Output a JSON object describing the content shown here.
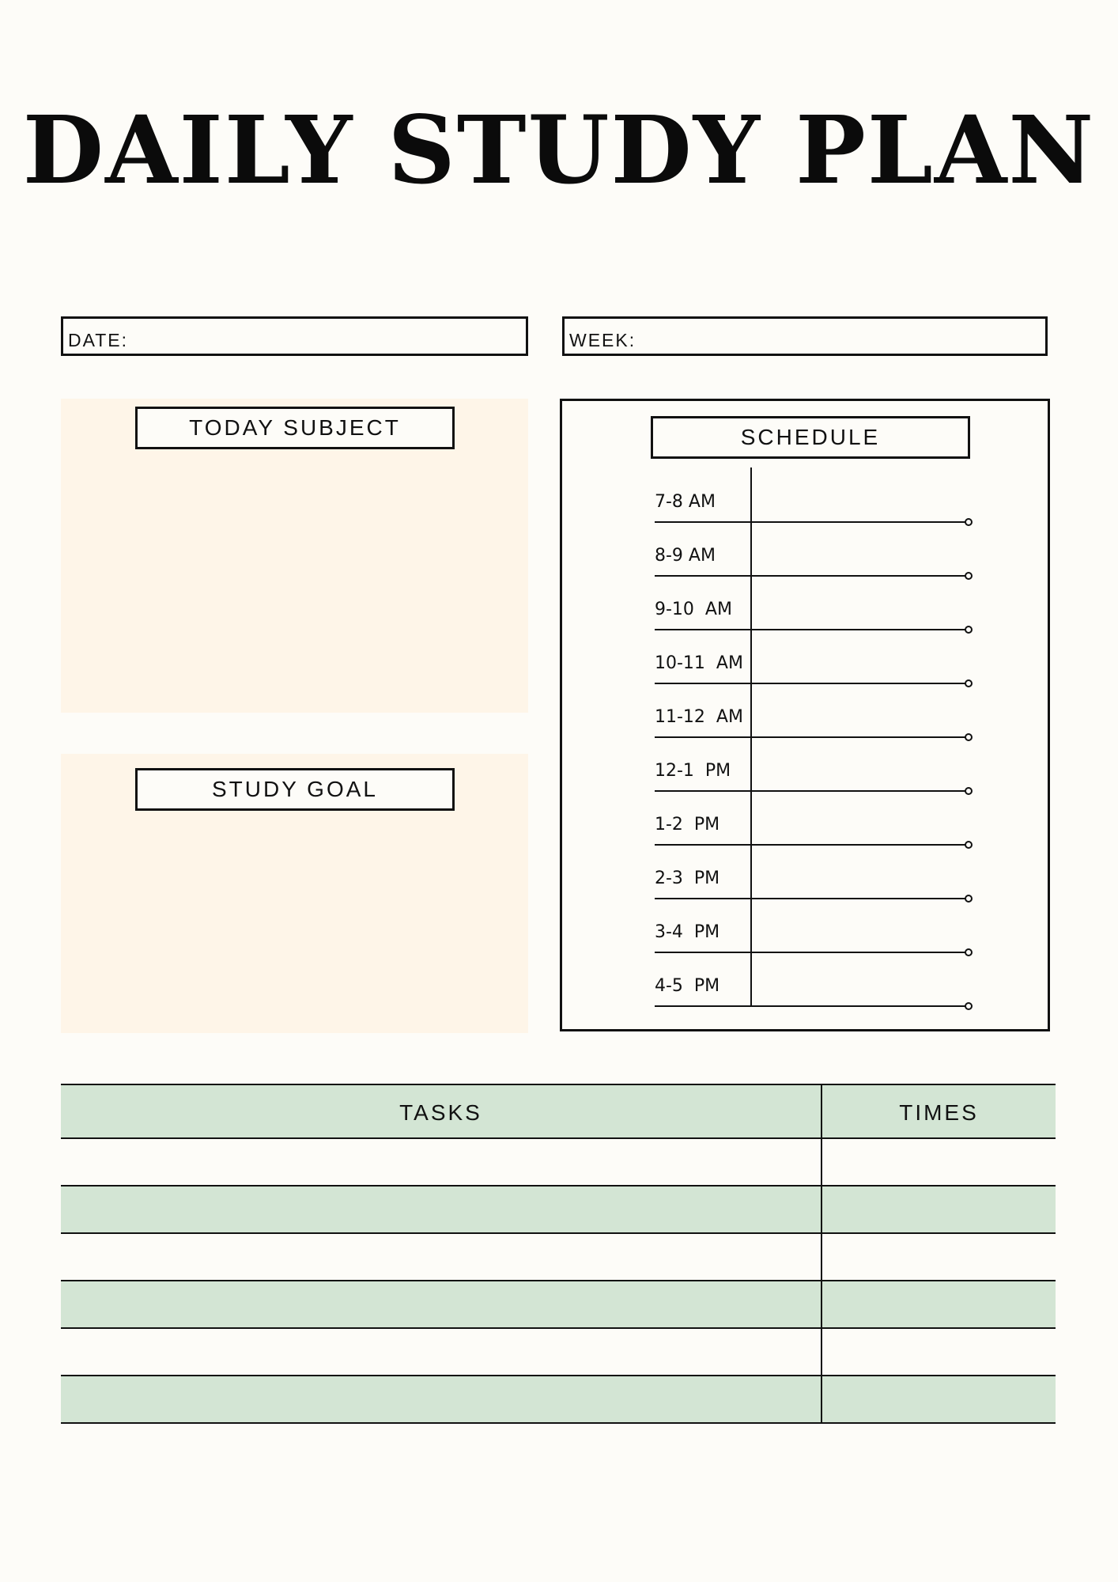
{
  "title": "DAILY STUDY PLAN",
  "fields": {
    "date_label": "DATE:",
    "week_label": "WEEK:"
  },
  "sections": {
    "subject_label": "TODAY SUBJECT",
    "goal_label": "STUDY GOAL",
    "schedule_label": "SCHEDULE"
  },
  "schedule": {
    "times": [
      "7-8 AM",
      "8-9 AM",
      "9-10  AM",
      "10-11  AM",
      "11-12  AM",
      "12-1  PM",
      "1-2  PM",
      "2-3  PM",
      "3-4  PM",
      "4-5  PM"
    ]
  },
  "tasks_table": {
    "headers": [
      "TASKS",
      "TIMES"
    ],
    "row_count": 6
  },
  "colors": {
    "background": "#fdfcf8",
    "panel_peach": "#fef5e8",
    "row_green": "#d3e5d4",
    "ink": "#111111"
  }
}
